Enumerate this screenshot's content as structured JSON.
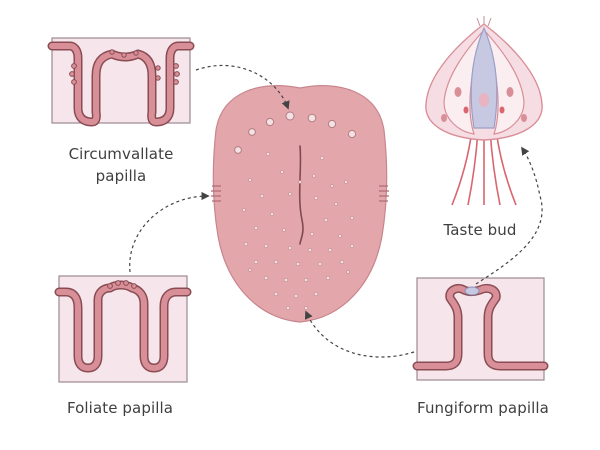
{
  "labels": {
    "circumvallate_line1": "Circumvallate",
    "circumvallate_line2": "papilla",
    "foliate": "Foliate papilla",
    "fungiform": "Fungiform papilla",
    "taste_bud": "Taste bud"
  },
  "colors": {
    "panel_fill": "#f6e6ec",
    "panel_border": "#9b8a90",
    "tissue": "#d98f98",
    "tissue_outline": "#8a4c53",
    "tongue_fill": "#e3a6ab",
    "tongue_crease": "#7f4a4f",
    "papilla_dot": "#f3e2e4",
    "taste_cell_blue": "#c7c9e2",
    "arrow": "#444444"
  },
  "icons": [
    "tongue-illustration",
    "circumvallate-papilla-illustration",
    "foliate-papilla-illustration",
    "fungiform-papilla-illustration",
    "taste-bud-illustration"
  ]
}
